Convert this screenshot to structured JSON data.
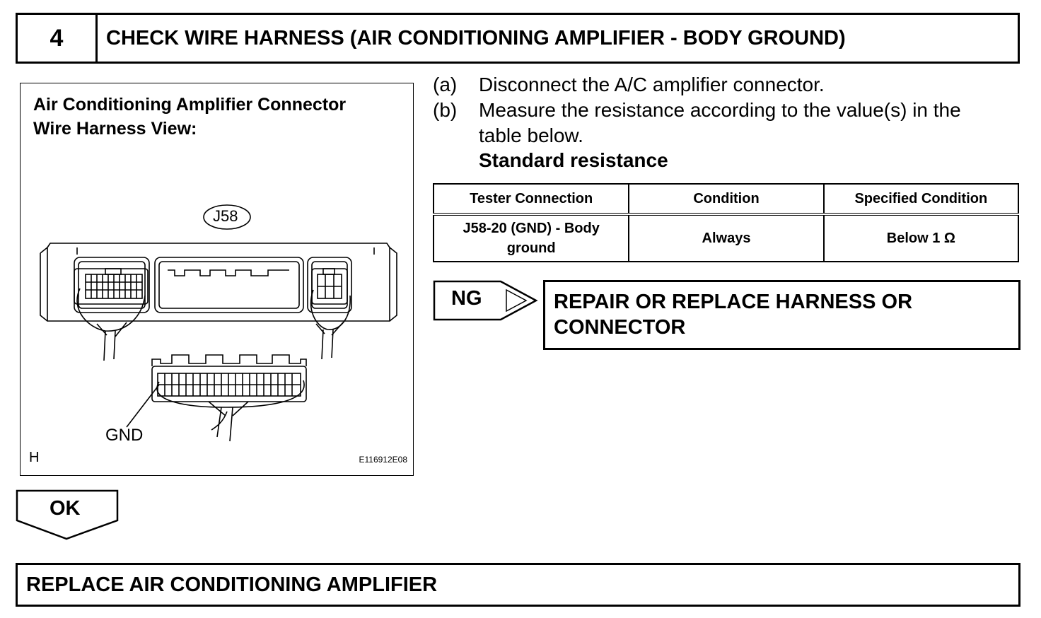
{
  "header": {
    "step_number": "4",
    "title": "CHECK WIRE HARNESS (AIR CONDITIONING AMPLIFIER - BODY GROUND)"
  },
  "illustration": {
    "title_line1": "Air Conditioning Amplifier Connector",
    "title_line2": "Wire Harness View:",
    "connector_label": "J58",
    "pin_label": "GND",
    "corner_letter": "H",
    "figure_id": "E116912E08"
  },
  "steps": [
    {
      "mark": "(a)",
      "lines": [
        "Disconnect the A/C amplifier connector."
      ]
    },
    {
      "mark": "(b)",
      "lines": [
        "Measure the resistance according to the value(s) in the",
        "table below."
      ]
    }
  ],
  "standard_resistance_label": "Standard resistance",
  "table": {
    "headers": [
      "Tester Connection",
      "Condition",
      "Specified Condition"
    ],
    "rows": [
      {
        "tester_line1": "J58-20 (GND) - Body",
        "tester_line2": "ground",
        "condition": "Always",
        "specified": "Below 1 Ω"
      }
    ]
  },
  "ng": {
    "label": "NG",
    "line1": "REPAIR OR REPLACE HARNESS OR",
    "line2": "CONNECTOR"
  },
  "ok": {
    "label": "OK"
  },
  "footer": {
    "text": "REPLACE AIR CONDITIONING AMPLIFIER"
  }
}
